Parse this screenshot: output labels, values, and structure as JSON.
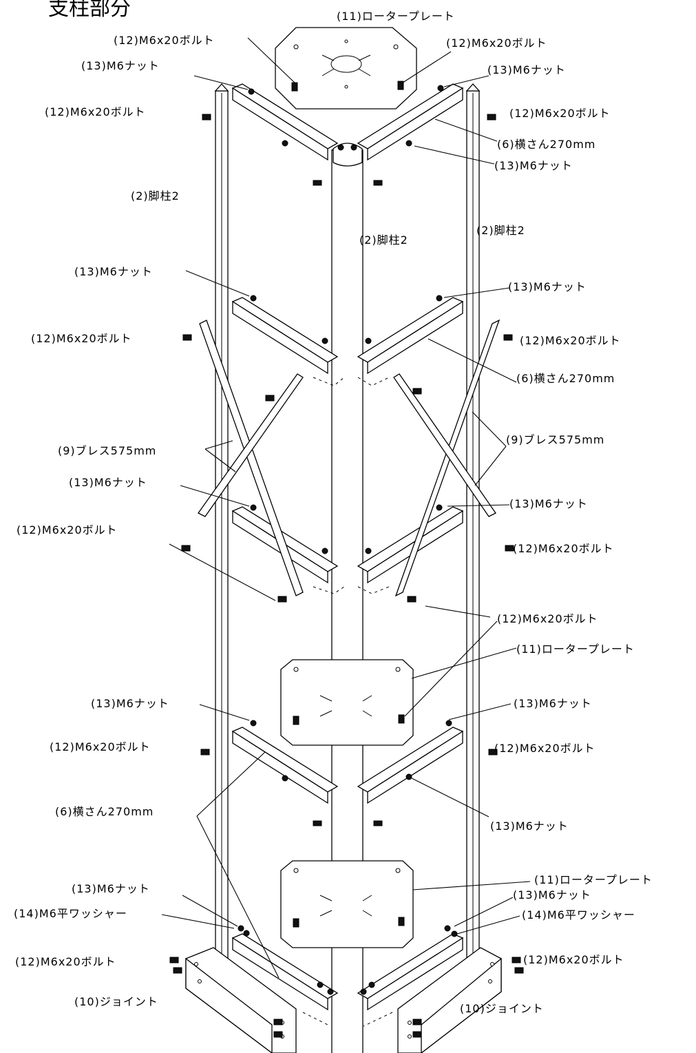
{
  "title": "支柱部分",
  "labels": [
    "(11)ロータープレート",
    "(12)M6x20ボルト",
    "(13)M6ナット",
    "(6)横さん270mm",
    "(2)脚柱2",
    "(9)ブレス575mm",
    "(14)M6平ワッシャー",
    "(10)ジョイント"
  ]
}
